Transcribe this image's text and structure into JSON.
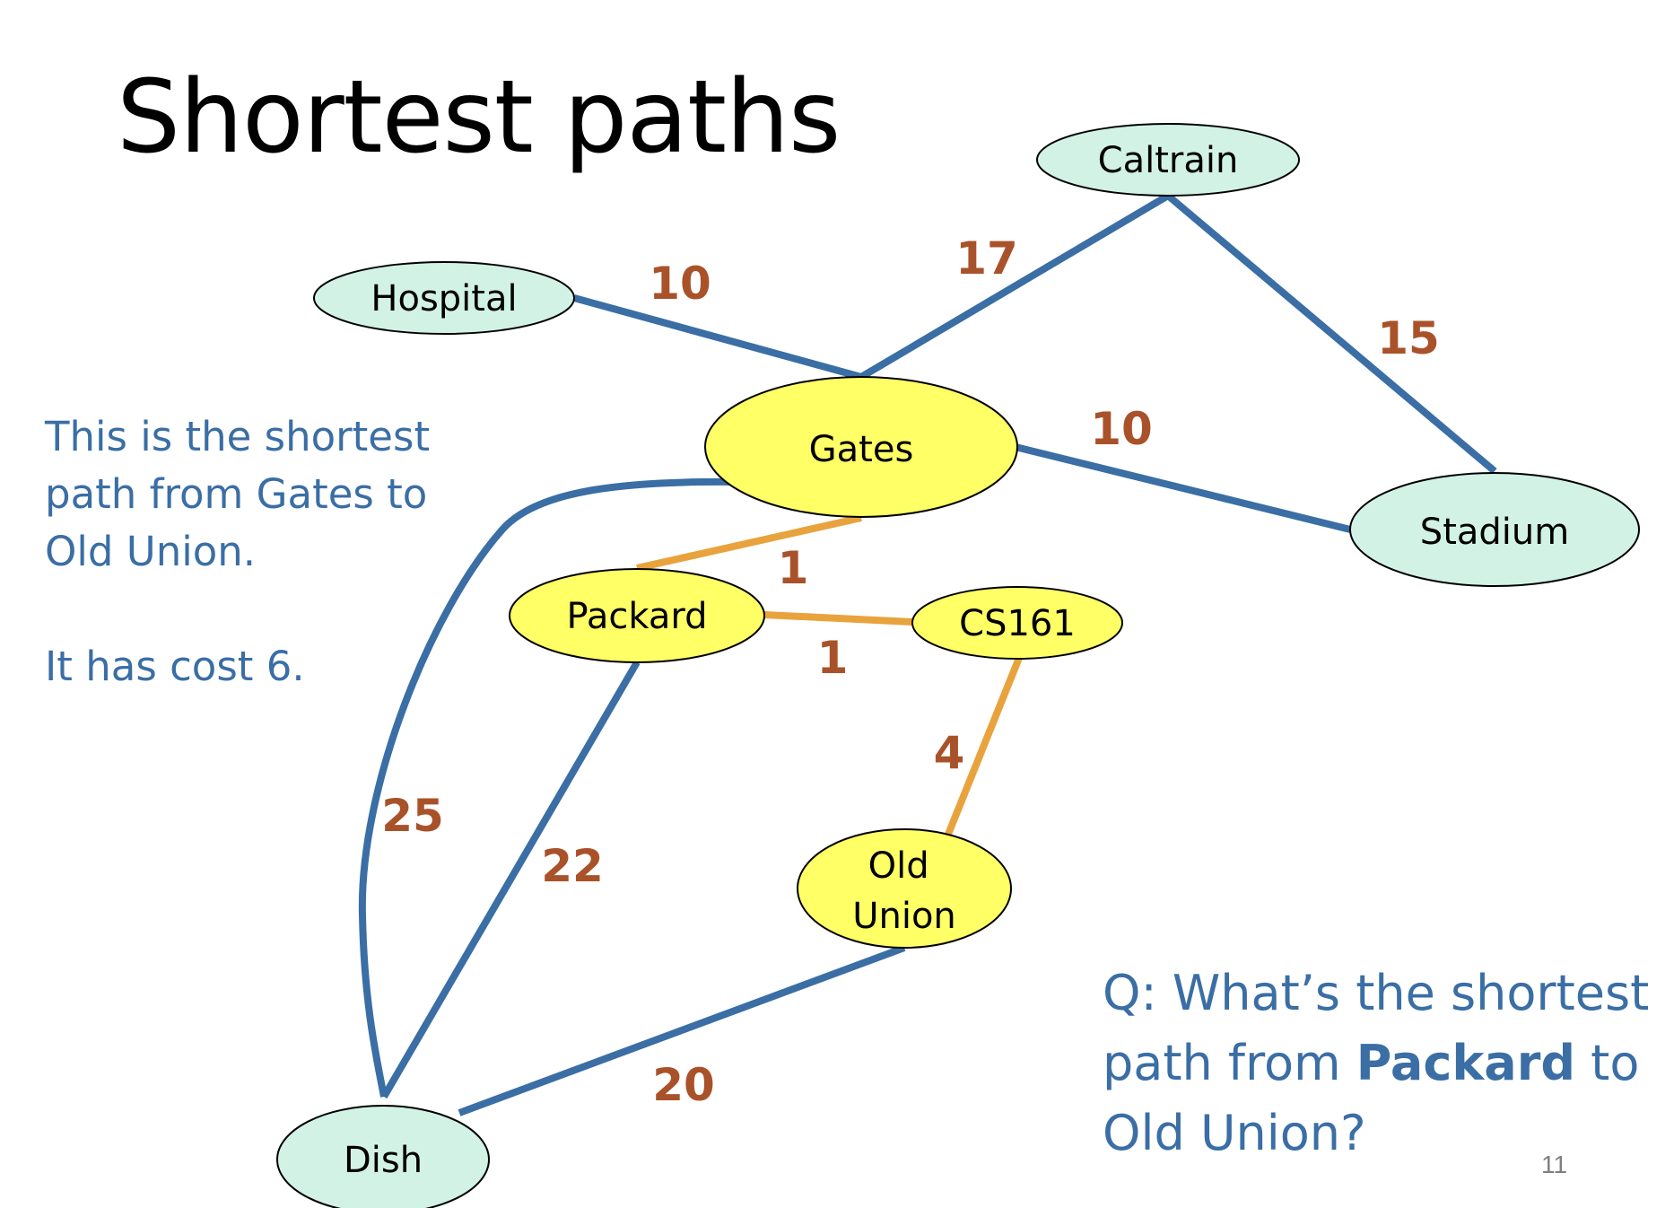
{
  "slide": {
    "title": "Shortest paths",
    "note": {
      "line1": "This is the shortest",
      "line2": "path from Gates to",
      "line3": "Old Union.",
      "line4": "It has cost 6."
    },
    "question": {
      "part1": "Q: What’s the shortest",
      "part2": "path from ",
      "bold": "Packard",
      "part3": " to",
      "part4": "Old Union?"
    },
    "page_number": "11"
  },
  "colors": {
    "blue_edge": "#3a6ea5",
    "orange_edge": "#e8a33d",
    "weight_text": "#a9522a",
    "node_teal": "#d2f2e6",
    "node_yellow": "#ffff66"
  },
  "graph": {
    "nodes": [
      {
        "id": "caltrain",
        "label": "Caltrain",
        "fill": "teal"
      },
      {
        "id": "hospital",
        "label": "Hospital",
        "fill": "teal"
      },
      {
        "id": "gates",
        "label": "Gates",
        "fill": "yellow"
      },
      {
        "id": "stadium",
        "label": "Stadium",
        "fill": "teal"
      },
      {
        "id": "packard",
        "label": "Packard",
        "fill": "yellow"
      },
      {
        "id": "cs161",
        "label": "CS161",
        "fill": "yellow"
      },
      {
        "id": "oldunion",
        "label": "Old Union",
        "fill": "yellow"
      },
      {
        "id": "dish",
        "label": "Dish",
        "fill": "teal"
      }
    ],
    "edges": [
      {
        "from": "hospital",
        "to": "gates",
        "weight": "10",
        "highlighted": false
      },
      {
        "from": "gates",
        "to": "caltrain",
        "weight": "17",
        "highlighted": false
      },
      {
        "from": "caltrain",
        "to": "stadium",
        "weight": "15",
        "highlighted": false
      },
      {
        "from": "gates",
        "to": "stadium",
        "weight": "10",
        "highlighted": false
      },
      {
        "from": "gates",
        "to": "packard",
        "weight": "1",
        "highlighted": true
      },
      {
        "from": "packard",
        "to": "cs161",
        "weight": "1",
        "highlighted": true
      },
      {
        "from": "cs161",
        "to": "oldunion",
        "weight": "4",
        "highlighted": true
      },
      {
        "from": "gates",
        "to": "dish",
        "weight": "25",
        "highlighted": false
      },
      {
        "from": "packard",
        "to": "dish",
        "weight": "22",
        "highlighted": false
      },
      {
        "from": "oldunion",
        "to": "dish",
        "weight": "20",
        "highlighted": false
      }
    ]
  }
}
